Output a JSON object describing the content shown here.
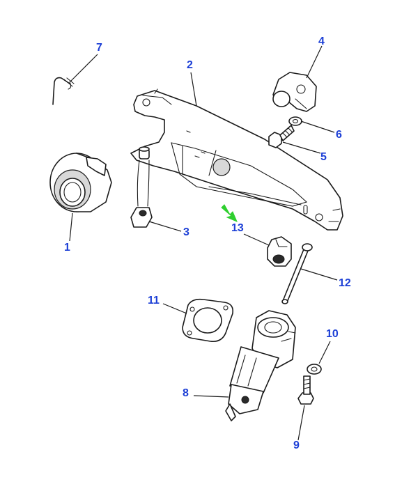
{
  "colors": {
    "callout": "#1c3fd6",
    "arrow": "#2fcf2f",
    "line": "#1a1a1a"
  },
  "callouts": [
    {
      "id": "1",
      "label": "1"
    },
    {
      "id": "2",
      "label": "2"
    },
    {
      "id": "3",
      "label": "3"
    },
    {
      "id": "4",
      "label": "4"
    },
    {
      "id": "5",
      "label": "5"
    },
    {
      "id": "6",
      "label": "6"
    },
    {
      "id": "7",
      "label": "7"
    },
    {
      "id": "8",
      "label": "8"
    },
    {
      "id": "9",
      "label": "9"
    },
    {
      "id": "10",
      "label": "10"
    },
    {
      "id": "11",
      "label": "11"
    },
    {
      "id": "12",
      "label": "12"
    },
    {
      "id": "13",
      "label": "13"
    }
  ],
  "highlight": {
    "callout": "13",
    "icon": "green-arrow-icon"
  }
}
